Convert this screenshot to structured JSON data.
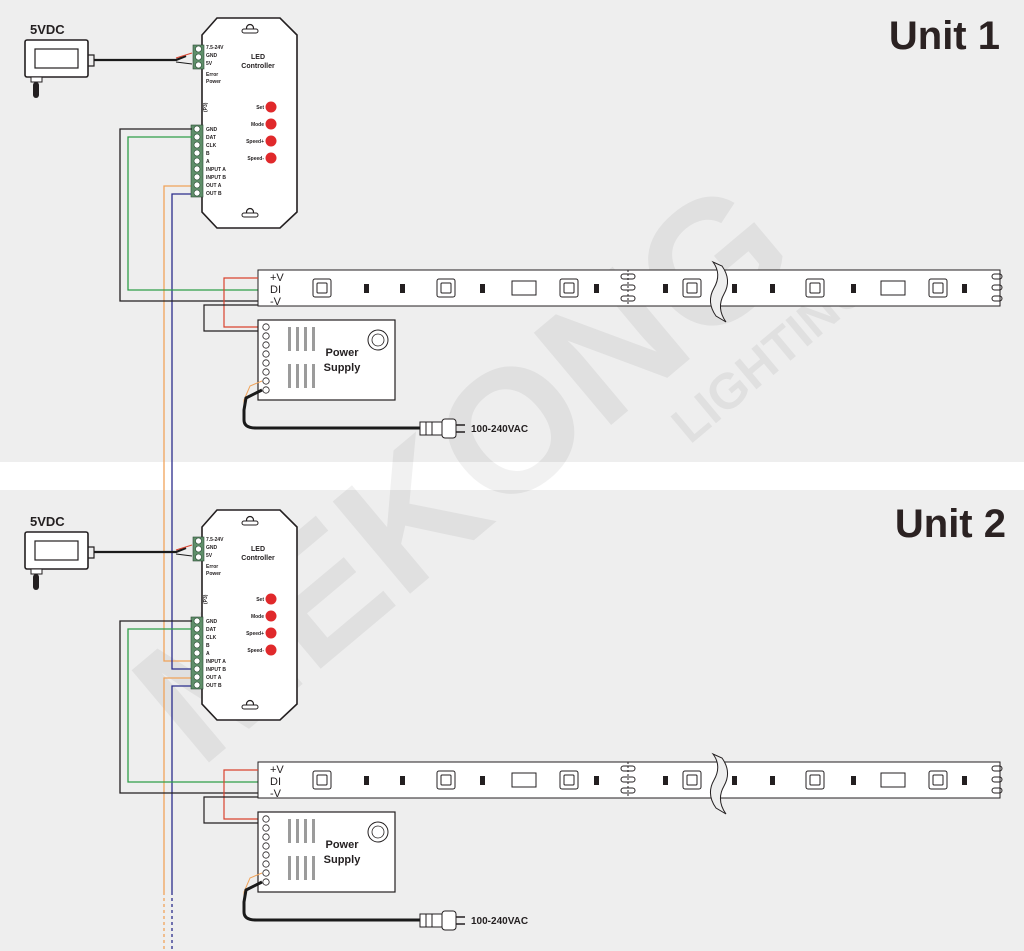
{
  "units": [
    {
      "title": "Unit 1",
      "adapter_label": "5VDC",
      "controller": {
        "title_line1": "LED",
        "title_line2": "Controller",
        "input_terminals": [
          "7.5-24V",
          "GND",
          "5V"
        ],
        "indicators": [
          "Error",
          "Power"
        ],
        "side_label": "(P3)",
        "output_terminals": [
          "GND",
          "DAT",
          "CLK",
          "B",
          "A",
          "INPUT A",
          "INPUT B",
          "OUT A",
          "OUT B"
        ],
        "buttons": [
          "Set",
          "Mode",
          "Speed+",
          "Speed-"
        ]
      },
      "strip_pins": [
        "+V",
        "DI",
        "-V"
      ],
      "psu": {
        "line1": "Power",
        "line2": "Supply"
      },
      "ac_label": "100-240VAC"
    },
    {
      "title": "Unit 2",
      "adapter_label": "5VDC",
      "controller": {
        "title_line1": "LED",
        "title_line2": "Controller",
        "input_terminals": [
          "7.5-24V",
          "GND",
          "5V"
        ],
        "indicators": [
          "Error",
          "Power"
        ],
        "side_label": "(P3)",
        "output_terminals": [
          "GND",
          "DAT",
          "CLK",
          "B",
          "A",
          "INPUT A",
          "INPUT B",
          "OUT A",
          "OUT B"
        ],
        "buttons": [
          "Set",
          "Mode",
          "Speed+",
          "Speed-"
        ]
      },
      "strip_pins": [
        "+V",
        "DI",
        "-V"
      ],
      "psu": {
        "line1": "Power",
        "line2": "Supply"
      },
      "ac_label": "100-240VAC"
    }
  ],
  "watermark": {
    "brand": "MEKONG",
    "sub": "LIGHTING"
  },
  "colors": {
    "panel_bg": "#eeeeee",
    "separator": "#ffffff",
    "terminal_green": "#5f8f6a",
    "button_red": "#e0292b",
    "wire_green": "#2f9e48",
    "wire_orange": "#f0a35a",
    "wire_blue": "#2b2d8c",
    "wire_red": "#d9432f",
    "wire_black": "#1a1a1a"
  }
}
